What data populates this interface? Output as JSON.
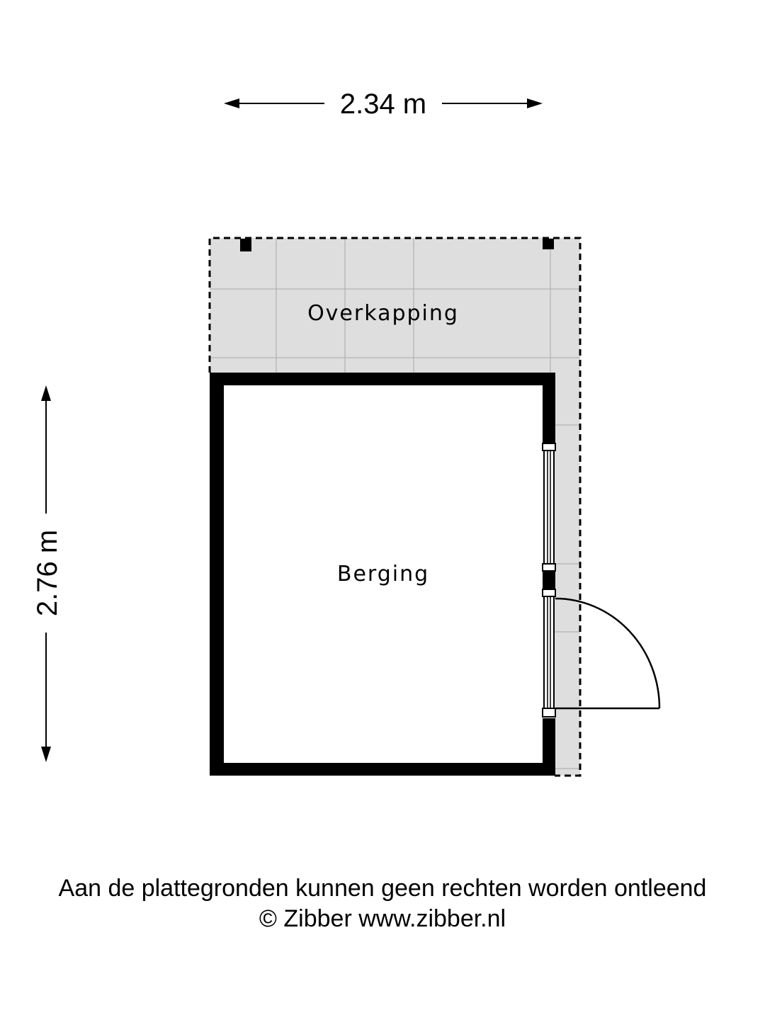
{
  "dimensions": {
    "width_label": "2.34 m",
    "height_label": "2.76 m"
  },
  "rooms": {
    "canopy": "Overkapping",
    "storage": "Berging"
  },
  "footer": {
    "disclaimer": "Aan de plattegronden kunnen geen rechten worden ontleend",
    "copyright": "© Zibber www.zibber.nl"
  },
  "colors": {
    "wall": "#000000",
    "canopy_fill": "#dedede",
    "background": "#ffffff",
    "grid_line": "#a8a8a8"
  }
}
